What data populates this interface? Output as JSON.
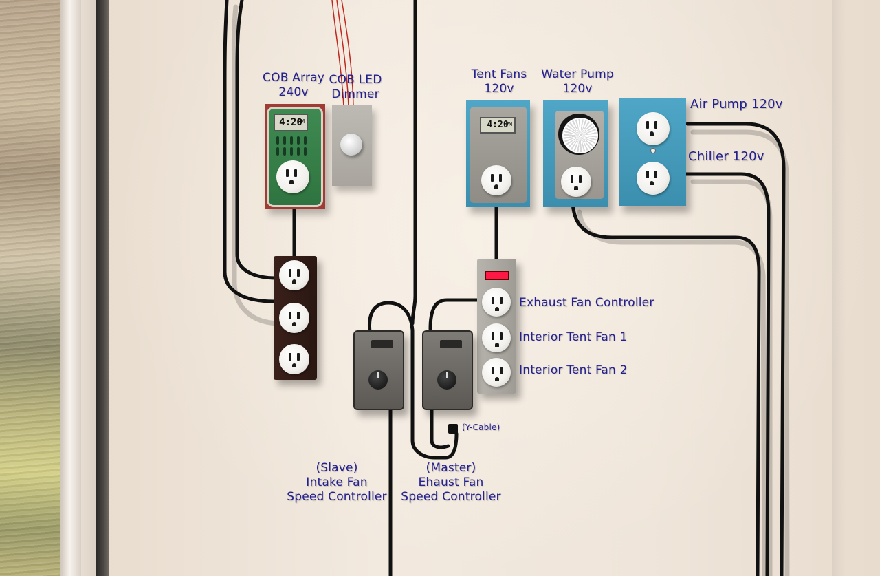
{
  "labels": {
    "cob_array": [
      "COB Array",
      "240v"
    ],
    "cob_dimmer": [
      "COB LED",
      "Dimmer"
    ],
    "tent_fans": [
      "Tent Fans",
      "120v"
    ],
    "water_pump": [
      "Water Pump",
      "120v"
    ],
    "air_pump": "Air Pump 120v",
    "chiller": "Chiller 120v",
    "exhaust_fan_controller": "Exhaust Fan Controller",
    "interior_tent_fan_1": "Interior Tent Fan 1",
    "interior_tent_fan_2": "Interior Tent Fan 2",
    "y_cable": "(Y-Cable)",
    "slave": [
      "(Slave)",
      "Intake Fan",
      "Speed Controller"
    ],
    "master": [
      "(Master)",
      "Ehaust Fan",
      "Speed Controller"
    ]
  },
  "timer_displays": {
    "cob_timer": "4:20",
    "tent_fans_timer": "4:20",
    "suffix": "PM"
  },
  "colors": {
    "label_text": "#23208f",
    "cob_plate": "#a03c34",
    "timer_green": "#3f8a52",
    "outlet_plate_blue": "#4fa6c6",
    "power_strip_switch": "#ff1846",
    "cable": "#111111"
  }
}
